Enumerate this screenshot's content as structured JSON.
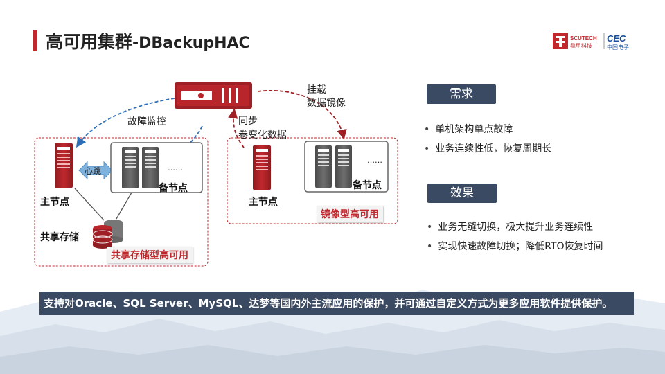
{
  "slide": {
    "title_main": "高可用集群",
    "title_sub": "-DBackupHAC"
  },
  "logo": {
    "brand1": "SCUTECH",
    "brand1_cn": "鼎甲科技",
    "brand2": "CEC",
    "brand2_cn": "中国电子"
  },
  "diagram": {
    "fault_monitor": "故障监控",
    "sync_line1": "同步",
    "sync_line2": "卷变化数据",
    "mount_line1": "挂载",
    "mount_line2": "数据镜像",
    "heartbeat": "心跳",
    "ellipsis": "……",
    "left_master": "主节点",
    "left_standby": "备节点",
    "shared_storage": "共享存储",
    "left_caption": "共享存储型高可用",
    "right_master": "主节点",
    "right_standby": "备节点",
    "right_caption": "镜像型高可用"
  },
  "needs": {
    "tag": "需求",
    "items": [
      "单机架构单点故障",
      "业务连续性低，恢复周期长"
    ]
  },
  "effects": {
    "tag": "效果",
    "items": [
      "业务无缝切换，极大提升业务连续性",
      "实现快速故障切换；降低RTO恢复时间"
    ]
  },
  "banner": {
    "text": "支持对Oracle、SQL Server、MySQL、达梦等国内外主流应用的保护，并可通过自定义方式为更多应用软件提供保护。"
  },
  "colors": {
    "accent_red": "#c0282d",
    "dark_red": "#9e1f24",
    "server_gray": "#5d5d5d",
    "tag_navy": "#3b4a63",
    "arrow_blue": "#2f6fb5"
  }
}
